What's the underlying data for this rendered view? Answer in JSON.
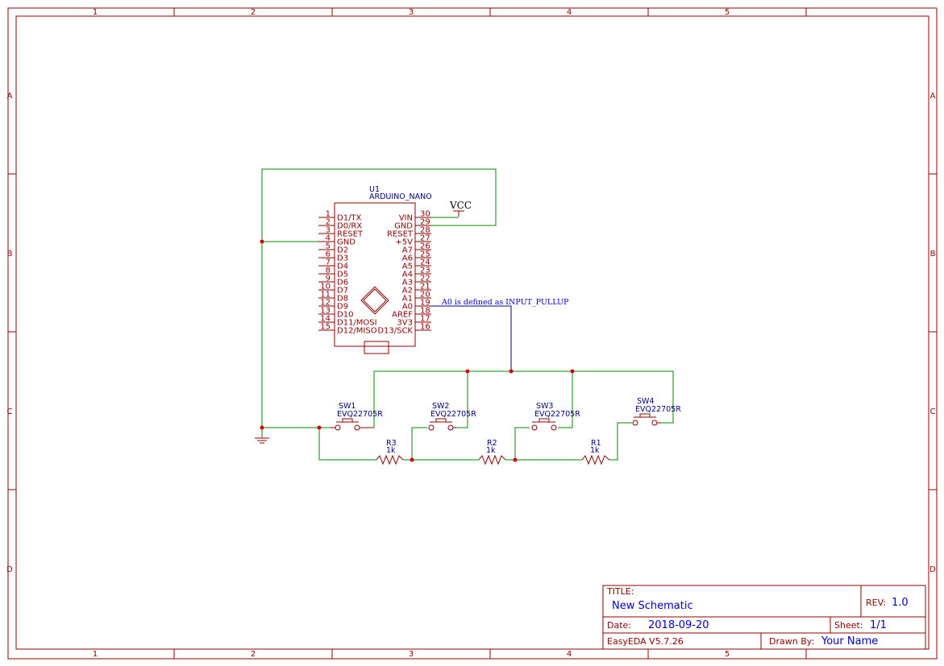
{
  "sheet": {
    "columns": [
      "1",
      "2",
      "3",
      "4",
      "5"
    ],
    "rows": [
      "A",
      "B",
      "C",
      "D"
    ]
  },
  "arduino": {
    "ref": "U1",
    "part": "ARDUINO_NANO",
    "left_pins": [
      {
        "num": "1",
        "name": "D1/TX"
      },
      {
        "num": "2",
        "name": "D0/RX"
      },
      {
        "num": "3",
        "name": "RESET"
      },
      {
        "num": "4",
        "name": "GND"
      },
      {
        "num": "5",
        "name": "D2"
      },
      {
        "num": "6",
        "name": "D3"
      },
      {
        "num": "7",
        "name": "D4"
      },
      {
        "num": "8",
        "name": "D5"
      },
      {
        "num": "9",
        "name": "D6"
      },
      {
        "num": "10",
        "name": "D7"
      },
      {
        "num": "11",
        "name": "D8"
      },
      {
        "num": "12",
        "name": "D9"
      },
      {
        "num": "13",
        "name": "D10"
      },
      {
        "num": "14",
        "name": "D11/MOSI"
      },
      {
        "num": "15",
        "name": "D12/MISO"
      }
    ],
    "right_pins": [
      {
        "num": "30",
        "name": "VIN"
      },
      {
        "num": "29",
        "name": "GND"
      },
      {
        "num": "28",
        "name": "RESET"
      },
      {
        "num": "27",
        "name": "+5V"
      },
      {
        "num": "26",
        "name": "A7"
      },
      {
        "num": "25",
        "name": "A6"
      },
      {
        "num": "24",
        "name": "A5"
      },
      {
        "num": "23",
        "name": "A4"
      },
      {
        "num": "22",
        "name": "A3"
      },
      {
        "num": "21",
        "name": "A2"
      },
      {
        "num": "20",
        "name": "A1"
      },
      {
        "num": "19",
        "name": "A0"
      },
      {
        "num": "18",
        "name": "AREF"
      },
      {
        "num": "17",
        "name": "3V3"
      },
      {
        "num": "16",
        "name": "D13/SCK"
      }
    ]
  },
  "power": {
    "vcc_label": "VCC"
  },
  "note": "A0 is defined as INPUT_PULLUP",
  "switches": [
    {
      "ref": "SW1",
      "part": "EVQ22705R"
    },
    {
      "ref": "SW2",
      "part": "EVQ22705R"
    },
    {
      "ref": "SW3",
      "part": "EVQ22705R"
    },
    {
      "ref": "SW4",
      "part": "EVQ22705R"
    }
  ],
  "resistors": [
    {
      "ref": "R3",
      "value": "1k"
    },
    {
      "ref": "R2",
      "value": "1k"
    },
    {
      "ref": "R1",
      "value": "1k"
    }
  ],
  "title_block": {
    "title_label": "TITLE:",
    "title": "New Schematic",
    "rev_label": "REV:",
    "rev": "1.0",
    "date_label": "Date:",
    "date": "2018-09-20",
    "sheet_label": "Sheet:",
    "sheet": "1/1",
    "software": "EasyEDA V5.7.26",
    "drawn_label": "Drawn By:",
    "drawn_by": "Your Name"
  },
  "colors": {
    "frame": "#8b0000",
    "wire": "#008800",
    "net_text": "#0000cc",
    "junction": "#cc0000"
  }
}
